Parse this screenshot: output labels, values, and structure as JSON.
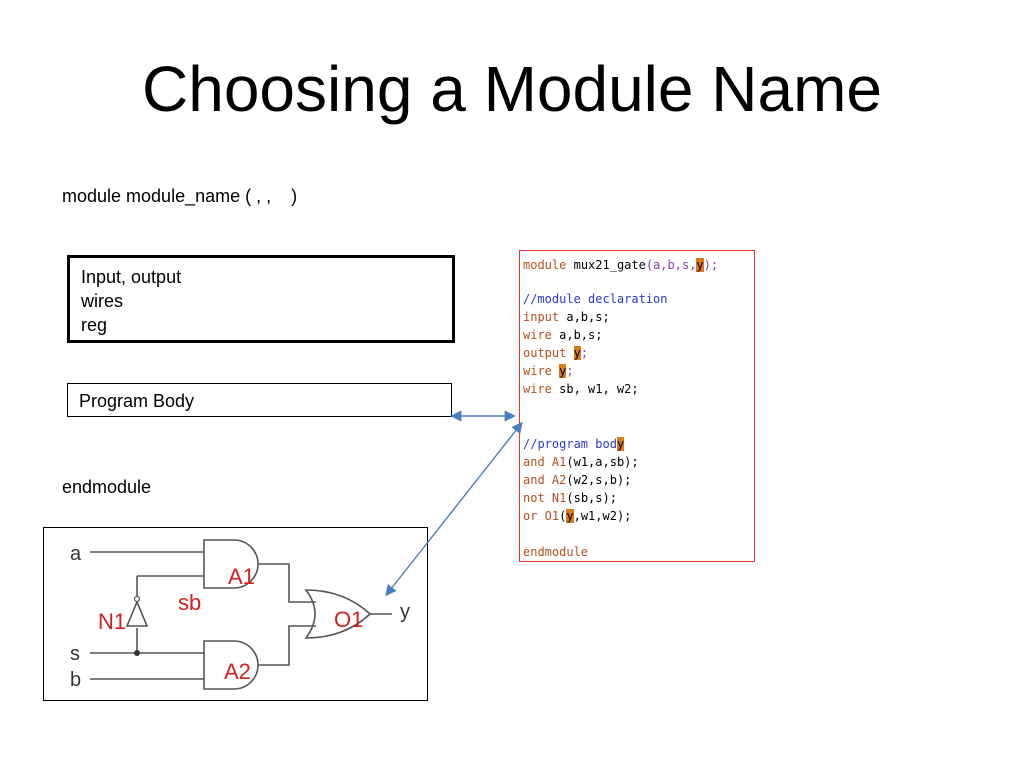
{
  "slide": {
    "title": "Choosing a Module Name",
    "signature": "module module_name ( , ,    )",
    "decl_box": [
      "Input, output",
      "wires",
      "reg"
    ],
    "body_box": "Program Body",
    "endmodule": "endmodule"
  },
  "code": {
    "module_kw": "module",
    "module_name": "mux21_gate",
    "module_args": "(a,b,s,",
    "module_out": "y",
    "module_end": ");",
    "comment_decl": "//module declaration",
    "input_kw": "input",
    "input_args": " a,b,s;",
    "wire_kw": "wire",
    "wire_args": " a,b,s;",
    "output_kw": "output",
    "output_y": "y",
    "semi": ";",
    "wire2_kw": "wire",
    "wire2_y": "y",
    "wire3_kw": "wire",
    "wire3_args": " sb, w1, w2;",
    "comment_body": "//program bod",
    "comment_body_y": "y",
    "and1_kw": "and",
    "and1_name": " A1",
    "and1_args": "(w1,a,sb);",
    "and2_kw": "and",
    "and2_name": " A2",
    "and2_args": "(w2,s,b);",
    "not_kw": "not",
    "not_name": " N1",
    "not_args": "(sb,s);",
    "or_kw": "or",
    "or_name": " O1",
    "or_open": "(",
    "or_y": "y",
    "or_args": ",w1,w2);",
    "endmodule_kw": "endmodule"
  },
  "circuit": {
    "input_a": "a",
    "input_s": "s",
    "input_b": "b",
    "output_y": "y",
    "label_a1": "A1",
    "label_a2": "A2",
    "label_o1": "O1",
    "label_n1": "N1",
    "label_sb": "sb"
  },
  "colors": {
    "keyword": "#b1511e",
    "comment": "#2a3bd0",
    "highlight": "#d97b1a",
    "arrow": "#4a7fc0",
    "gate_label": "#d42020"
  }
}
